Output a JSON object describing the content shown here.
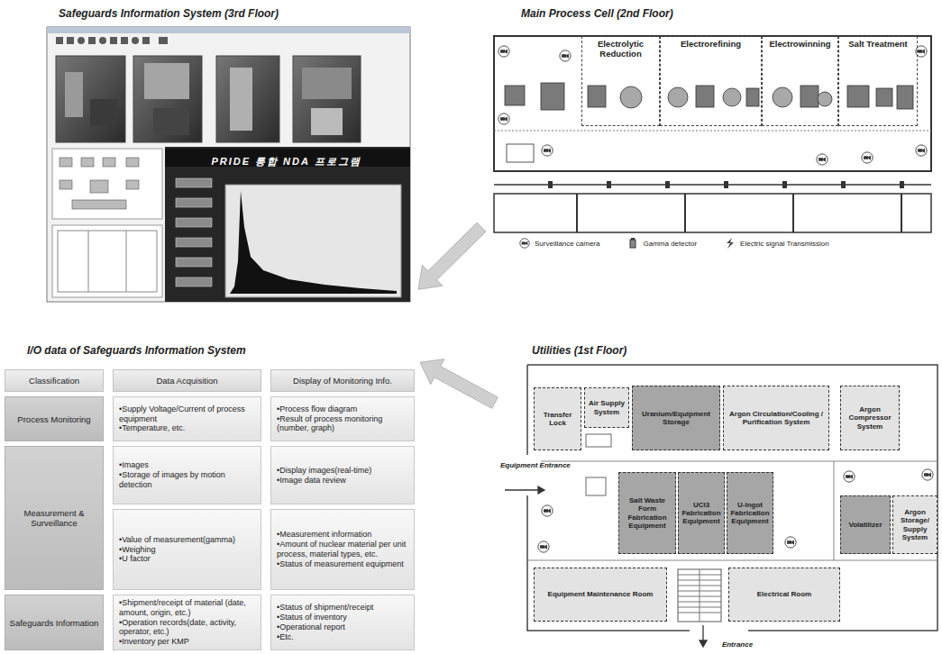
{
  "diagram": {
    "nodes": [
      {
        "text": [
          "Safeguards Information System (3rd Floor)"
        ]
      },
      {
        "text": [
          "Main Process Cell (2nd Floor)"
        ]
      },
      {
        "text": [
          "Electrolytic Reduction"
        ],
        "in": 1
      },
      {
        "text": [
          "Electrorefining"
        ],
        "in": 1
      },
      {
        "text": [
          "Electrowinning"
        ],
        "in": 1
      },
      {
        "text": [
          "Salt Treatment"
        ],
        "in": 1
      },
      {
        "text": [
          "I/O data of Safeguards Information System"
        ]
      },
      {
        "text": [
          "Utilities (1st Floor)"
        ]
      },
      {
        "text": [
          "Transfer Lock"
        ],
        "in": 7
      },
      {
        "text": [
          "Air Supply System"
        ],
        "in": 7
      },
      {
        "text": [
          "Uranium/Equipment Storage"
        ],
        "in": 7
      },
      {
        "text": [
          "Argon Circulation/Cooling / Purification System"
        ],
        "in": 7
      },
      {
        "text": [
          "Argon Compressor System"
        ],
        "in": 7
      },
      {
        "text": [
          "Salt Waste Form Fabrication Equipment"
        ],
        "in": 7
      },
      {
        "text": [
          "UCl3 Fabrication Equipment"
        ],
        "in": 7
      },
      {
        "text": [
          "U-Ingot Fabrication Equipment"
        ],
        "in": 7
      },
      {
        "text": [
          "Volatilizer"
        ],
        "in": 7
      },
      {
        "text": [
          "Argon Storage/ Supply System"
        ],
        "in": 7
      },
      {
        "text": [
          "Equipment Maintenance Room"
        ],
        "in": 7
      },
      {
        "text": [
          "Electrical Room"
        ],
        "in": 7
      }
    ],
    "edges": [
      {
        "from": 1,
        "to": 0,
        "arrow": "to"
      },
      {
        "from": 7,
        "to": 6,
        "arrow": "to"
      }
    ],
    "labels": [
      "PRIDE 통합 NDA 프로그램",
      "Classification",
      "Data Acquisition",
      "Display of Monitoring Info.",
      "Process Monitoring",
      "•Supply Voltage/Current of process equipment",
      "•Temperature, etc.",
      "•Process flow diagram",
      "•Result of process monitoring (number, graph)",
      "Measurement & Surveillance",
      "•Images",
      "•Storage of images by motion detection",
      "•Display images(real-time)",
      "•Image data review",
      "•Value of measurement(gamma)",
      "•Weighing",
      "•U factor",
      "•Measurement information",
      "•Amount of nuclear material per unit process, material types, etc.",
      "•Status of measurement equipment",
      "Safeguards Information",
      "•Shipment/receipt of material (date, amount, origin, etc.)",
      "•Operation records(date, activity, operator, etc.)",
      "•Inventory per KMP",
      "•Status of shipment/receipt",
      "•Status of inventory",
      "•Operational report",
      "•Etc.",
      "Equipment Entrance",
      "Entrance"
    ],
    "legend": [
      {
        "text": "Surveillance camera"
      },
      {
        "text": "Gamma detector"
      },
      {
        "text": "Electric signal Transmission"
      }
    ]
  }
}
